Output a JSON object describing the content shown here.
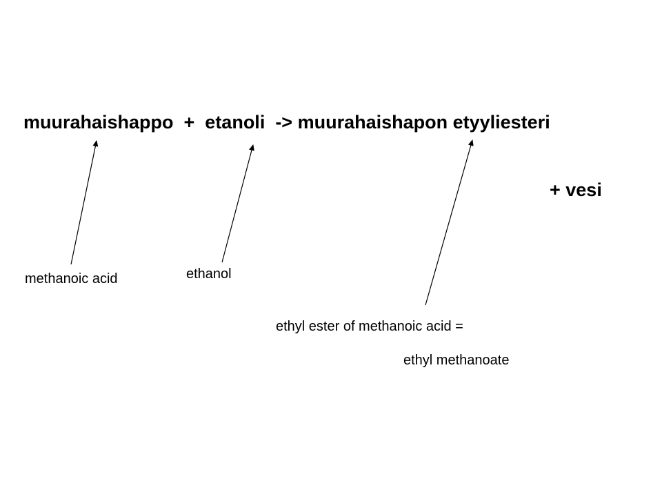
{
  "equation": {
    "reaction": "muurahaishappo  +  etanoli  -> muurahaishapon etyyliesteri",
    "water": "+ vesi"
  },
  "labels": {
    "methanoic_acid": "methanoic acid",
    "ethanol": "ethanol",
    "ester_line1": "ethyl ester of methanoic acid =",
    "ester_line2": "ethyl methanoate"
  }
}
